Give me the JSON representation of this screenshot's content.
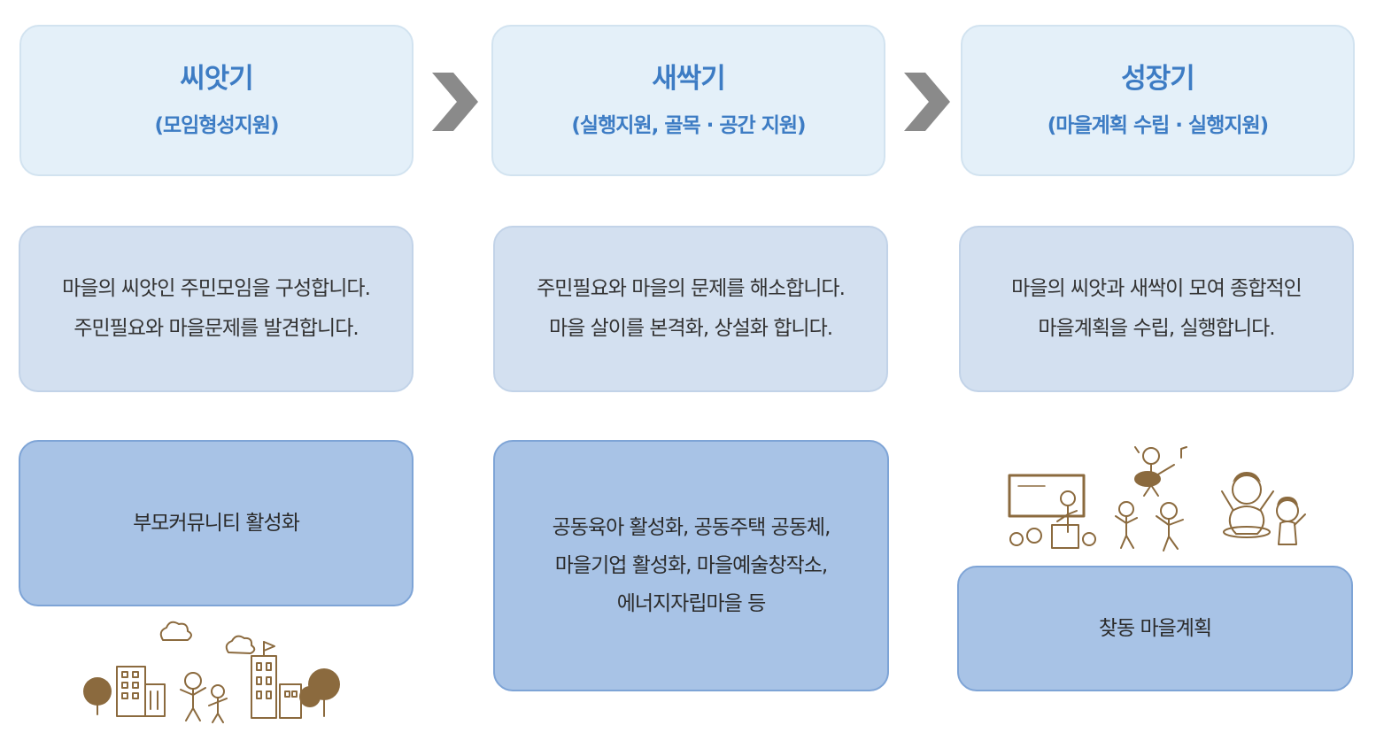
{
  "stages": [
    {
      "title": "씨앗기",
      "subtitle": "(모임형성지원)"
    },
    {
      "title": "새싹기",
      "subtitle": "(실행지원, 골목 · 공간 지원)"
    },
    {
      "title": "성장기",
      "subtitle": "(마을계획 수립 · 실행지원)"
    }
  ],
  "descriptions": [
    {
      "lines": [
        "마을의 씨앗인 주민모임을 구성합니다.",
        "주민필요와 마을문제를 발견합니다."
      ]
    },
    {
      "lines": [
        "주민필요와 마을의 문제를 해소합니다.",
        "마을 살이를 본격화, 상설화 합니다."
      ]
    },
    {
      "lines": [
        "마을의 씨앗과 새싹이 모여 종합적인",
        "마을계획을 수립, 실행합니다."
      ]
    }
  ],
  "activities": [
    {
      "lines": [
        "부모커뮤니티 활성화"
      ]
    },
    {
      "lines": [
        "공동육아 활성화, 공동주택 공동체,",
        "마을기업 활성화, 마을예술창작소,",
        "에너지자립마을 등"
      ]
    },
    {
      "lines": [
        "찾동 마을계획"
      ]
    }
  ],
  "colors": {
    "stage_fill": "#e4f0f9",
    "stage_text": "#3d7cc4",
    "desc_fill": "#d3e0f0",
    "activity_fill": "#a8c3e6",
    "arrow": "#8a8a8a",
    "illustration": "#8b6a3e"
  },
  "icons": [
    "chevron-right-icon",
    "chevron-right-icon",
    "village-illustration",
    "community-people-illustration"
  ]
}
